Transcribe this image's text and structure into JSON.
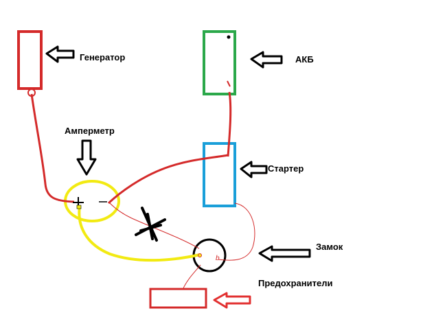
{
  "labels": {
    "generator": "Генератор",
    "battery": "АКБ",
    "ammeter": "Амперметр",
    "starter": "Стартер",
    "ignition_lock": "Замок",
    "fuses": "Предохранители"
  },
  "colors": {
    "wire_red": "#d42a2a",
    "wire_yellow": "#f2ea12",
    "box_green": "#2ba84a",
    "box_blue": "#1a9fd9",
    "outline": "#000000",
    "fuse_arrow": "#e23030"
  }
}
